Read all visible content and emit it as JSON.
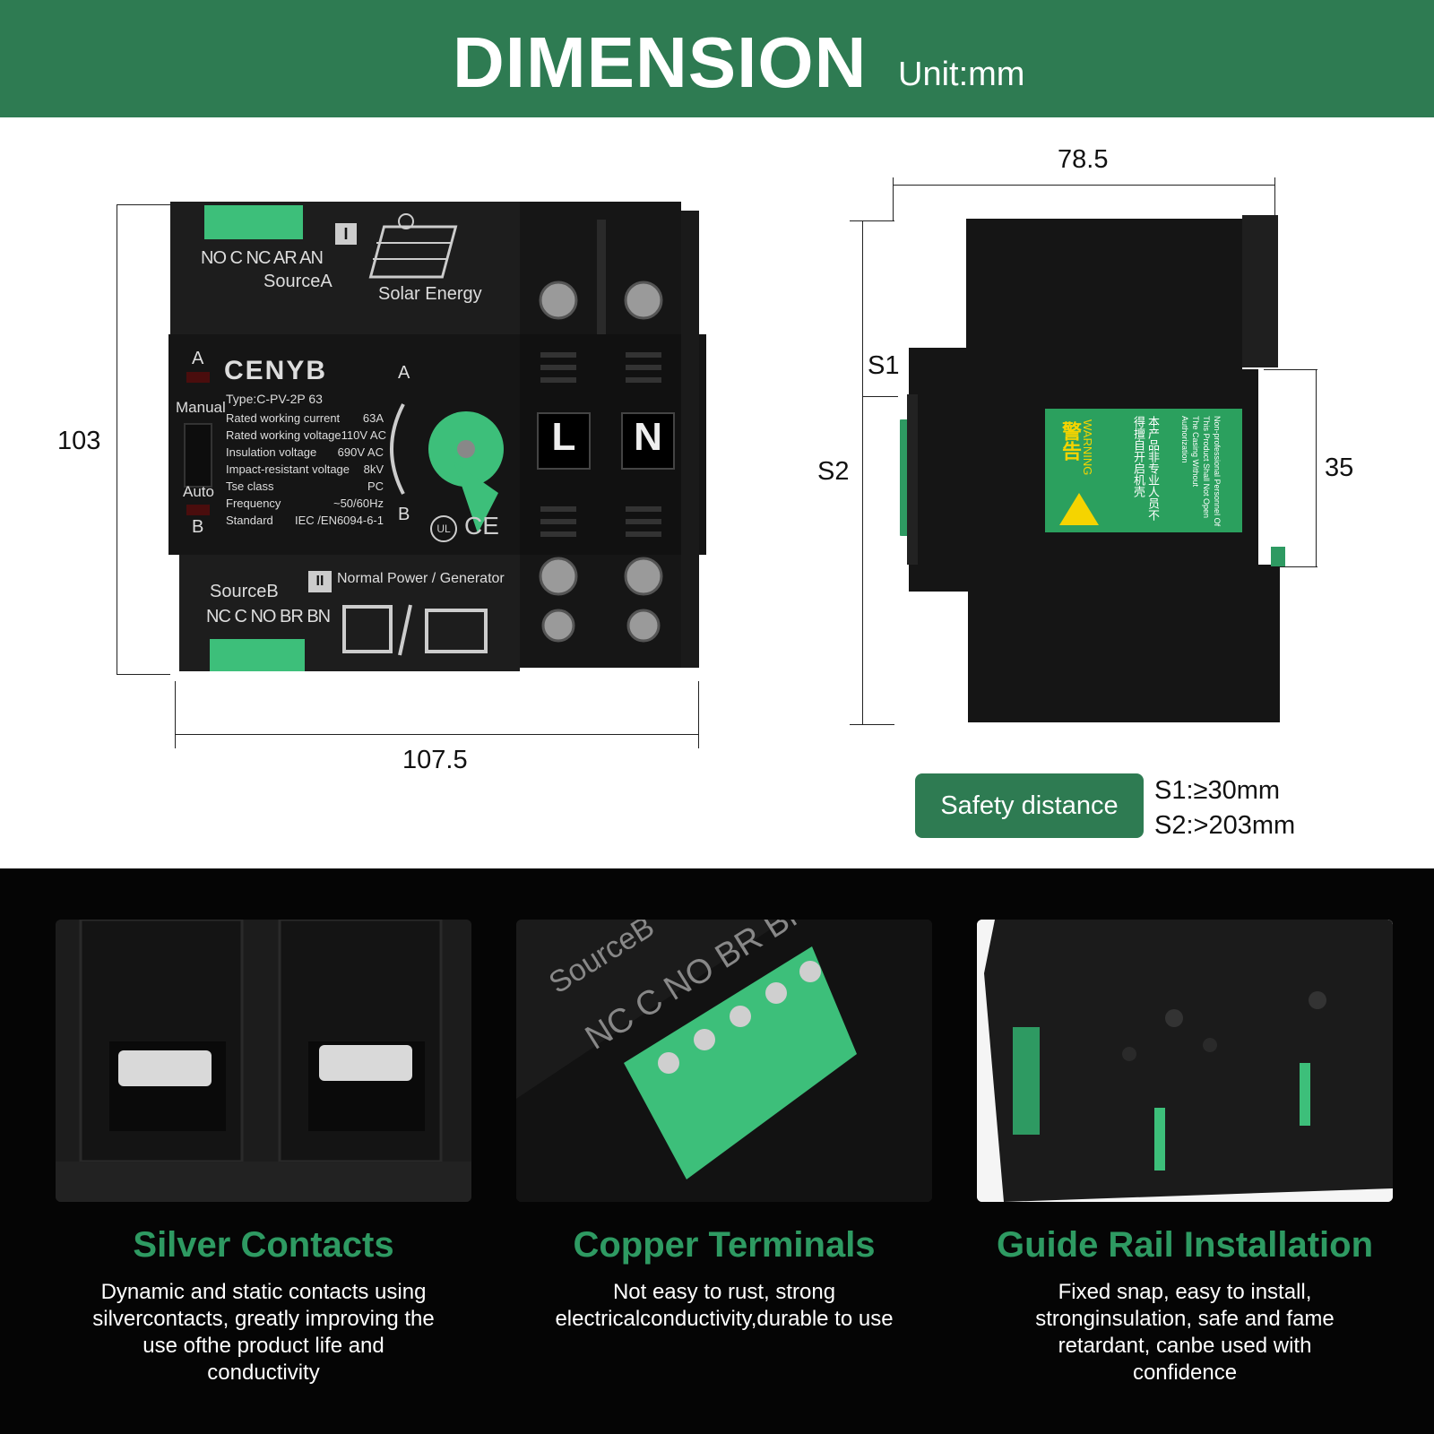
{
  "header": {
    "title": "DIMENSION",
    "unit": "Unit:mm"
  },
  "front_view": {
    "width_label": "107.5",
    "height_label": "103",
    "brand": "CENYB",
    "type": "Type:C-PV-2P 63",
    "specs": [
      {
        "name": "Rated working current",
        "value": "63A"
      },
      {
        "name": "Rated working voltage",
        "value": "110V AC"
      },
      {
        "name": "Insulation voltage",
        "value": "690V AC"
      },
      {
        "name": "Impact-resistant voltage",
        "value": "8kV"
      },
      {
        "name": "Tse class",
        "value": "PC"
      },
      {
        "name": "Frequency",
        "value": "~50/60Hz"
      },
      {
        "name": "Standard",
        "value": "IEC /EN6094-6-1"
      }
    ],
    "source_a_terminals": "NO C NC AR AN",
    "source_a_label": "SourceA",
    "source_b_label": "SourceB",
    "source_b_terminals": "NC C NO BR BN",
    "marker_one": "I",
    "marker_two": "II",
    "solar_label": "Solar Energy",
    "normal_power_label": "Normal Power / Generator",
    "indicator_a": "A",
    "indicator_b": "B",
    "mode_manual": "Manual",
    "mode_auto": "Auto",
    "knob_a": "A",
    "knob_b": "B",
    "pole_l": "L",
    "pole_n": "N",
    "cert_ul": "UL",
    "cert_ce": "CE"
  },
  "side_view": {
    "depth_label": "78.5",
    "s1_label": "S1",
    "s2_label": "S2",
    "rail_label": "35",
    "warning_cn": "警告",
    "warning_en": "WARNING",
    "warning_cn_text": "本产品非专业人员不得擅自开启机壳",
    "warning_en_text": "Non-professional Personnel Of This Product Shall Not Open The Casing Without Authorization"
  },
  "safety": {
    "badge": "Safety distance",
    "s1": "S1:≥30mm",
    "s2": "S2:>203mm"
  },
  "features": [
    {
      "title": "Silver Contacts",
      "desc": "Dynamic and static contacts using silvercontacts, greatly improving the use ofthe product life and conductivity"
    },
    {
      "title": "Copper Terminals",
      "desc": "Not easy to rust, strong electricalconductivity,durable to use",
      "photo_text_1": "SourceB",
      "photo_text_2": "NC C NO BR BN"
    },
    {
      "title": "Guide Rail Installation",
      "desc": "Fixed snap, easy to install, stronginsulation, safe and fame retardant, canbe used with confidence"
    }
  ],
  "colors": {
    "brand_green": "#2e7b52",
    "terminal_green": "#3dbf7a",
    "title_green": "#2e9a62",
    "body_black": "#1b1b1b"
  }
}
